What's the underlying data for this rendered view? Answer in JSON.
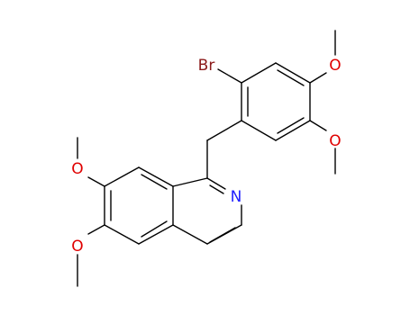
{
  "molecule": {
    "atoms": {
      "br": {
        "symbol": "Br",
        "color": "#8b1a1a"
      },
      "n": {
        "symbol": "N",
        "color": "#1f1fff"
      },
      "o1": {
        "symbol": "O",
        "color": "#e00000"
      },
      "o2": {
        "symbol": "O",
        "color": "#e00000"
      },
      "o3": {
        "symbol": "O",
        "color": "#e00000"
      },
      "o4": {
        "symbol": "O",
        "color": "#e00000"
      }
    },
    "bond_color": "#000000"
  }
}
